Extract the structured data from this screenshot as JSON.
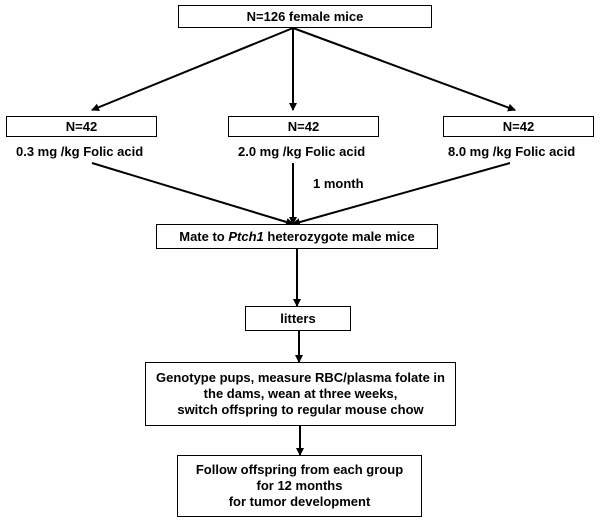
{
  "top_box": "N=126 female mice",
  "groups": [
    {
      "n": "N=42",
      "dose": "0.3 mg /kg Folic acid"
    },
    {
      "n": "N=42",
      "dose": "2.0 mg /kg Folic acid"
    },
    {
      "n": "N=42",
      "dose": "8.0 mg /kg Folic acid"
    }
  ],
  "duration_label": "1 month",
  "mate_box": {
    "prefix": "Mate to ",
    "gene": "Ptch1",
    "suffix": " heterozygote male mice"
  },
  "litters_box": "litters",
  "genotype_box": {
    "lines": [
      "Genotype pups, measure RBC/plasma folate in",
      "the dams, wean at three weeks,",
      "switch offspring to regular mouse chow"
    ]
  },
  "follow_box": {
    "lines": [
      "Follow offspring from each group",
      "for 12 months",
      "for tumor development"
    ]
  }
}
